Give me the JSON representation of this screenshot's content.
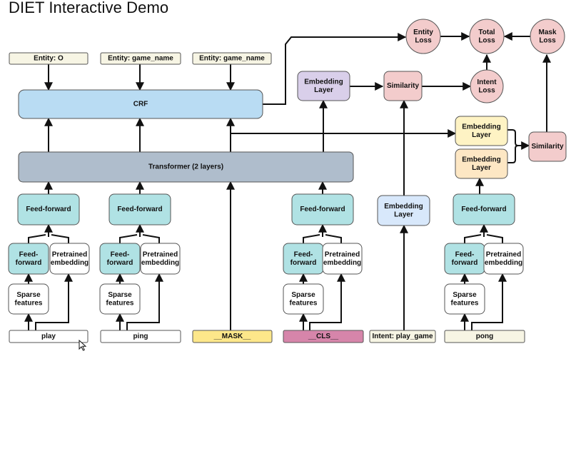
{
  "title": "DIET Interactive Demo",
  "colors": {
    "cream": "#f7f5e4",
    "teal": "#b0e2e4",
    "crf_blue": "#b9dcf3",
    "transformer_gray": "#afbdcc",
    "purple": "#d9cfea",
    "pink": "#f3cccc",
    "yellow_light": "#fef3c4",
    "orange_light": "#fde7c4",
    "blue_light": "#d8e8fb",
    "mask_yellow": "#fde78a",
    "cls_pink": "#d685aa",
    "white": "#ffffff"
  },
  "diagram": {
    "entities": [
      {
        "id": "entity-o",
        "label": "Entity: O"
      },
      {
        "id": "entity-game-1",
        "label": "Entity: game_name"
      },
      {
        "id": "entity-game-2",
        "label": "Entity: game_name"
      }
    ],
    "crf": {
      "label": "CRF"
    },
    "transformer": {
      "label": "Transformer (2 layers)"
    },
    "embedding_top": {
      "label": [
        "Embedding",
        "Layer"
      ]
    },
    "similarity_top": {
      "label": "Similarity"
    },
    "entity_loss": {
      "label": [
        "Entity",
        "Loss"
      ]
    },
    "total_loss": {
      "label": [
        "Total",
        "Loss"
      ]
    },
    "mask_loss": {
      "label": [
        "Mask",
        "Loss"
      ]
    },
    "intent_loss": {
      "label": [
        "Intent",
        "Loss"
      ]
    },
    "embedding_yellow": {
      "label": [
        "Embedding",
        "Layer"
      ]
    },
    "embedding_orange": {
      "label": [
        "Embedding",
        "Layer"
      ]
    },
    "similarity_right": {
      "label": "Similarity"
    },
    "embedding_intent": {
      "label": [
        "Embedding",
        "Layer"
      ]
    },
    "feed_forward_big": {
      "label": "Feed-forward"
    },
    "feed_forward_small": {
      "label": [
        "Feed-",
        "forward"
      ]
    },
    "pretrained": {
      "label": [
        "Pretrained",
        "embedding"
      ]
    },
    "sparse": {
      "label": [
        "Sparse",
        "features"
      ]
    },
    "inputs": [
      {
        "id": "play",
        "label": "play"
      },
      {
        "id": "ping",
        "label": "ping"
      },
      {
        "id": "mask",
        "label": "__MASK__"
      },
      {
        "id": "cls",
        "label": "__CLS__"
      },
      {
        "id": "intent",
        "label": "Intent: play_game"
      },
      {
        "id": "pong",
        "label": "pong"
      }
    ]
  }
}
